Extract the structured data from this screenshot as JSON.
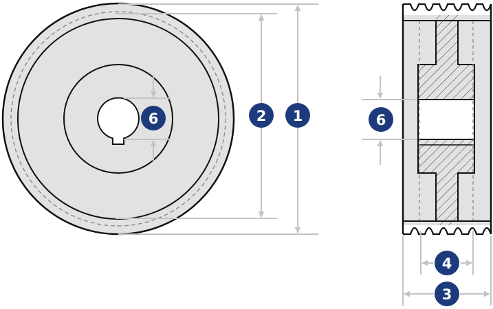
{
  "colors": {
    "face": "#e2e2e2",
    "outline": "#111111",
    "dimension": "#c3c3c3",
    "badge": "#1c3a7c",
    "badge_text": "#ffffff"
  },
  "labels": {
    "outer_diameter": "1",
    "pitch_diameter": "2",
    "overall_width": "3",
    "groove_width": "4",
    "bore_front": "6",
    "bore_side": "6"
  }
}
